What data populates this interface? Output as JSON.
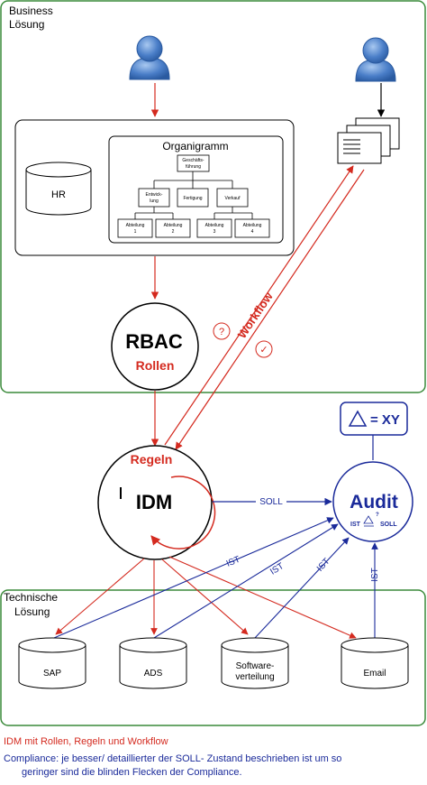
{
  "zones": {
    "business_line1": "Business",
    "business_line2": "Lösung",
    "technical_line1": "Technische",
    "technical_line2": "Lösung"
  },
  "hr": {
    "label": "HR"
  },
  "org": {
    "title": "Organigramm",
    "root_line1": "Geschäfts-",
    "root_line2": "führung",
    "level2": [
      {
        "line1": "Entwick-",
        "line2": "lung"
      },
      {
        "line1": "Fertigung",
        "line2": ""
      },
      {
        "line1": "Verkauf",
        "line2": ""
      }
    ],
    "level3": [
      {
        "line1": "Abteilung",
        "line2": "1"
      },
      {
        "line1": "Abteilung",
        "line2": "2"
      },
      {
        "line1": "Abteilung",
        "line2": "3"
      },
      {
        "line1": "Abteilung",
        "line2": "4"
      }
    ]
  },
  "rbac": {
    "title": "RBAC",
    "subtitle": "Rollen"
  },
  "workflow": {
    "label": "Workflow",
    "question": "?",
    "check": "✓"
  },
  "idm": {
    "title": "IDM",
    "rules": "Regeln"
  },
  "audit": {
    "title": "Audit",
    "ist": "IST",
    "soll": "SOLL",
    "question": "?",
    "delta_label": "= XY"
  },
  "arrows": {
    "soll": "SOLL",
    "ist": "IST"
  },
  "systems": {
    "sap": "SAP",
    "ads": "ADS",
    "software_line1": "Software-",
    "software_line2": "verteilung",
    "email": "Email"
  },
  "captions": {
    "red": "IDM mit Rollen, Regeln und Workflow",
    "blue_line1": "Compliance: je besser/ detaillierter der SOLL- Zustand beschrieben ist um so",
    "blue_line2": "geringer sind die blinden Flecken der Compliance."
  },
  "colors": {
    "red": "#d42a1f",
    "blue": "#1a2a9a",
    "zone_border": "#3a8a3a",
    "person": "#4a7ec8"
  }
}
